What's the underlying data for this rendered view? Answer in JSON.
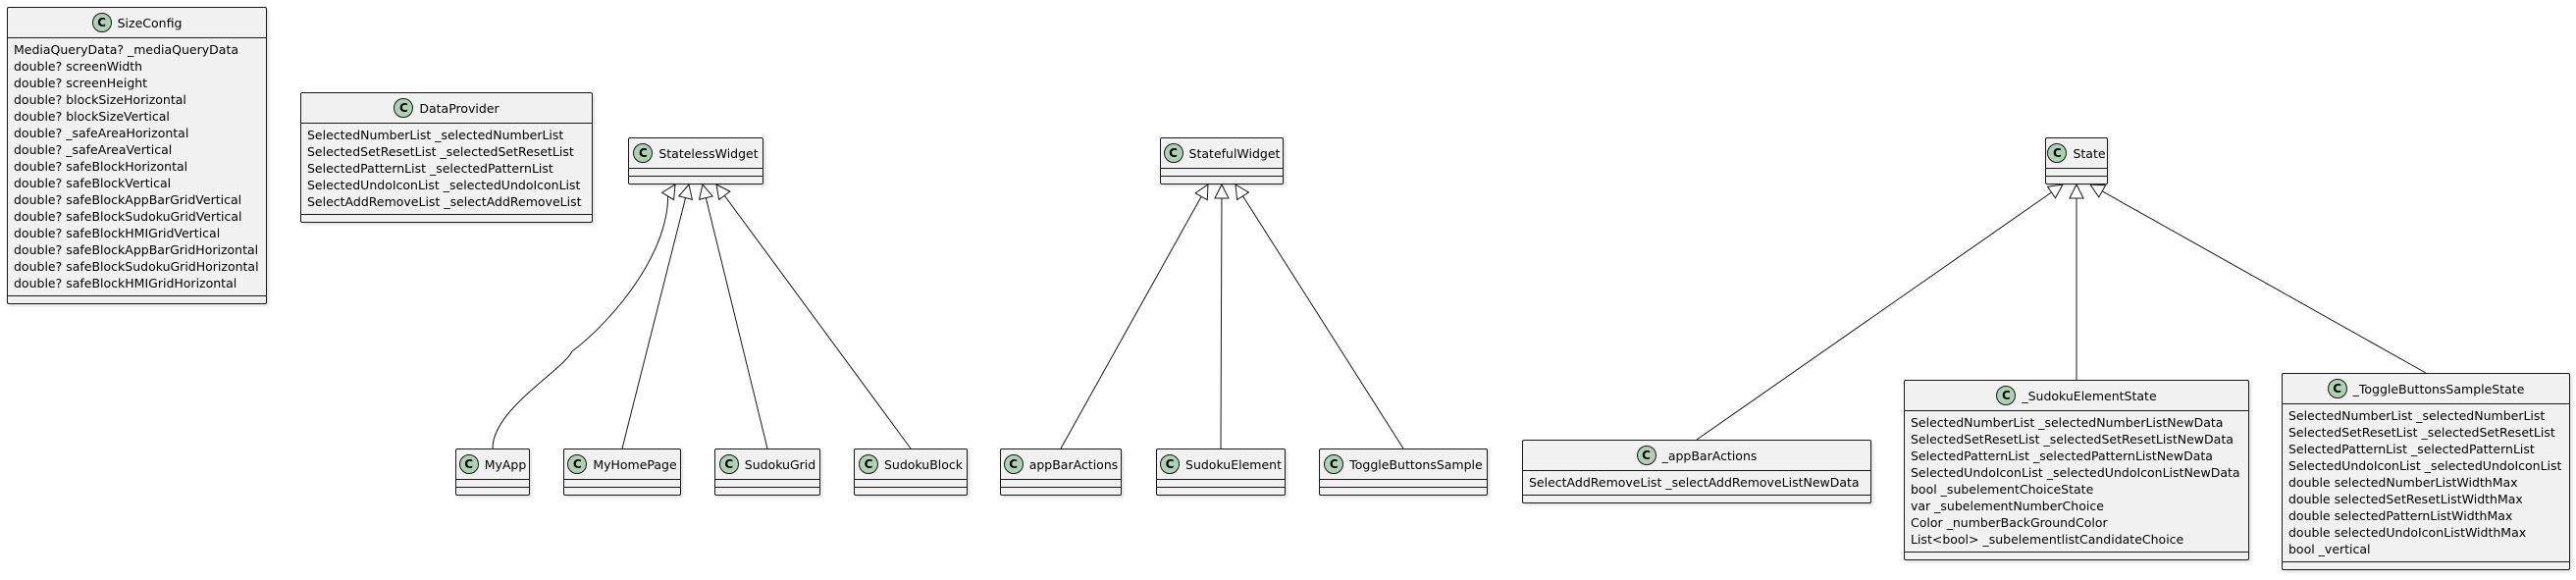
{
  "diagram": {
    "classes": [
      {
        "key": "SizeConfig",
        "name": "SizeConfig",
        "badge": "C",
        "fields": [
          "MediaQueryData? _mediaQueryData",
          "double? screenWidth",
          "double? screenHeight",
          "double? blockSizeHorizontal",
          "double? blockSizeVertical",
          "double? _safeAreaHorizontal",
          "double? _safeAreaVertical",
          "double? safeBlockHorizontal",
          "double? safeBlockVertical",
          "double? safeBlockAppBarGridVertical",
          "double? safeBlockSudokuGridVertical",
          "double? safeBlockHMIGridVertical",
          "double? safeBlockAppBarGridHorizontal",
          "double? safeBlockSudokuGridHorizontal",
          "double? safeBlockHMIGridHorizontal"
        ]
      },
      {
        "key": "DataProvider",
        "name": "DataProvider",
        "badge": "C",
        "fields": [
          "SelectedNumberList _selectedNumberList",
          "SelectedSetResetList _selectedSetResetList",
          "SelectedPatternList _selectedPatternList",
          "SelectedUndoIconList _selectedUndoIconList",
          "SelectAddRemoveList _selectAddRemoveList"
        ]
      },
      {
        "key": "StatelessWidget",
        "name": "StatelessWidget",
        "badge": "C",
        "fields": []
      },
      {
        "key": "StatefulWidget",
        "name": "StatefulWidget",
        "badge": "C",
        "fields": []
      },
      {
        "key": "State",
        "name": "State",
        "badge": "C",
        "fields": []
      },
      {
        "key": "MyApp",
        "name": "MyApp",
        "badge": "C",
        "fields": []
      },
      {
        "key": "MyHomePage",
        "name": "MyHomePage",
        "badge": "C",
        "fields": []
      },
      {
        "key": "SudokuGrid",
        "name": "SudokuGrid",
        "badge": "C",
        "fields": []
      },
      {
        "key": "SudokuBlock",
        "name": "SudokuBlock",
        "badge": "C",
        "fields": []
      },
      {
        "key": "appBarActions",
        "name": "appBarActions",
        "badge": "C",
        "fields": []
      },
      {
        "key": "SudokuElement",
        "name": "SudokuElement",
        "badge": "C",
        "fields": []
      },
      {
        "key": "ToggleButtonsSample",
        "name": "ToggleButtonsSample",
        "badge": "C",
        "fields": []
      },
      {
        "key": "_appBarActions",
        "name": "_appBarActions",
        "badge": "C",
        "fields": [
          "SelectAddRemoveList _selectAddRemoveListNewData"
        ]
      },
      {
        "key": "_SudokuElementState",
        "name": "_SudokuElementState",
        "badge": "C",
        "fields": [
          "SelectedNumberList _selectedNumberListNewData",
          "SelectedSetResetList _selectedSetResetListNewData",
          "SelectedPatternList _selectedPatternListNewData",
          "SelectedUndoIconList _selectedUndoIconListNewData",
          "bool _subelementChoiceState",
          "var _subelementNumberChoice",
          "Color _numberBackGroundColor",
          "List<bool> _subelementlistCandidateChoice"
        ]
      },
      {
        "key": "_ToggleButtonsSampleState",
        "name": "_ToggleButtonsSampleState",
        "badge": "C",
        "fields": [
          "SelectedNumberList _selectedNumberList",
          "SelectedSetResetList _selectedSetResetList",
          "SelectedPatternList _selectedPatternList",
          "SelectedUndoIconList _selectedUndoIconList",
          "double selectedNumberListWidthMax",
          "double selectedSetResetListWidthMax",
          "double selectedPatternListWidthMax",
          "double selectedUndoIconListWidthMax",
          "bool _vertical"
        ]
      }
    ],
    "inheritance": [
      {
        "child": "MyApp",
        "parent": "StatelessWidget"
      },
      {
        "child": "MyHomePage",
        "parent": "StatelessWidget"
      },
      {
        "child": "SudokuGrid",
        "parent": "StatelessWidget"
      },
      {
        "child": "SudokuBlock",
        "parent": "StatelessWidget"
      },
      {
        "child": "appBarActions",
        "parent": "StatefulWidget"
      },
      {
        "child": "SudokuElement",
        "parent": "StatefulWidget"
      },
      {
        "child": "ToggleButtonsSample",
        "parent": "StatefulWidget"
      },
      {
        "child": "_appBarActions",
        "parent": "State"
      },
      {
        "child": "_SudokuElementState",
        "parent": "State"
      },
      {
        "child": "_ToggleButtonsSampleState",
        "parent": "State"
      }
    ]
  }
}
